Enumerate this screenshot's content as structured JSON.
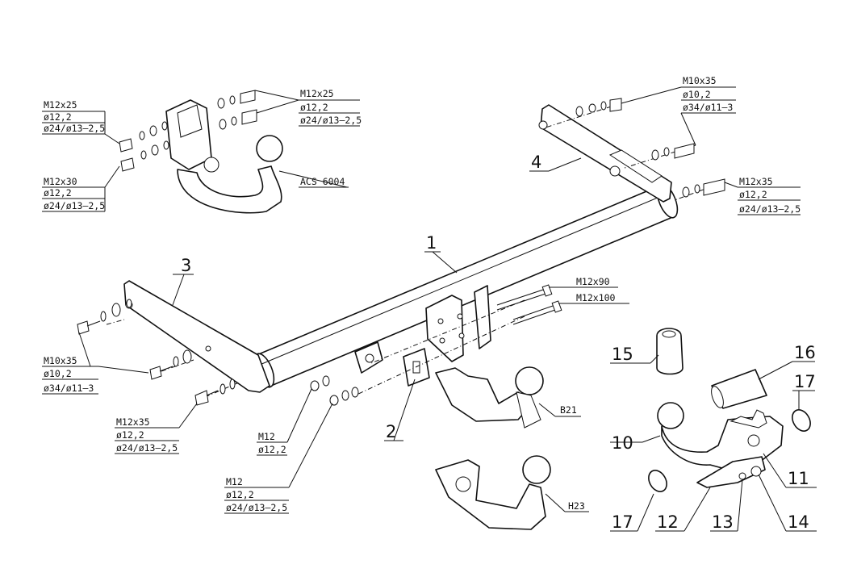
{
  "labels": {
    "tl1": [
      "M12x25",
      "ø12,2",
      "ø24/ø13–2,5"
    ],
    "tl2": [
      "M12x30",
      "ø12,2",
      "ø24/ø13–2,5"
    ],
    "tr1": [
      "M12x25",
      "ø12,2",
      "ø24/ø13–2,5"
    ],
    "acs": "ACS 6004",
    "r1": [
      "M10x35",
      "ø10,2",
      "ø34/ø11–3"
    ],
    "r2": [
      "M12x35",
      "ø12,2",
      "ø24/ø13–2,5"
    ],
    "l1": [
      "M10x35",
      "ø10,2",
      "ø34/ø11–3"
    ],
    "l2": [
      "M12x35",
      "ø12,2",
      "ø24/ø13–2,5"
    ],
    "m12a": [
      "M12",
      "ø12,2"
    ],
    "m12b": [
      "M12",
      "ø12,2",
      "ø24/ø13–2,5"
    ],
    "m12x90": "M12x90",
    "m12x100": "M12x100",
    "b21": "B21",
    "h23": "H23"
  },
  "part_numbers": {
    "p1": "1",
    "p2": "2",
    "p3": "3",
    "p4": "4",
    "p10": "10",
    "p11": "11",
    "p12": "12",
    "p13": "13",
    "p14": "14",
    "p15": "15",
    "p16": "16",
    "p17a": "17",
    "p17b": "17"
  }
}
